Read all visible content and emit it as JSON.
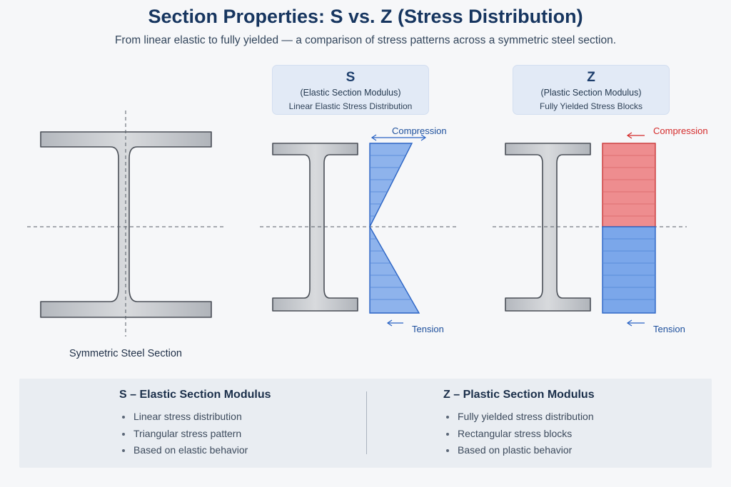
{
  "header": {
    "title": "Section Properties: S vs. Z (Stress Distribution)",
    "subtitle": "From linear elastic to fully yielded — a comparison of stress patterns across a symmetric steel section."
  },
  "cards": {
    "elastic": {
      "symbol": "S",
      "name": "(Elastic Section Modulus)",
      "description": "Linear Elastic Stress Distribution"
    },
    "plastic": {
      "symbol": "Z",
      "name": "(Plastic Section Modulus)",
      "description": "Fully Yielded Stress Blocks"
    }
  },
  "diagram": {
    "section_caption": "Symmetric Steel Section",
    "elastic_compression_label": "Compression",
    "elastic_tension_label": "Tension",
    "plastic_compression_label": "Compression",
    "plastic_tension_label": "Tension"
  },
  "summary": {
    "elastic": {
      "heading": "S – Elastic Section Modulus",
      "items": [
        "Linear stress distribution",
        "Triangular stress pattern",
        "Based on elastic behavior"
      ]
    },
    "plastic": {
      "heading": "Z – Plastic Section Modulus",
      "items": [
        "Fully yielded stress distribution",
        "Rectangular stress blocks",
        "Based on plastic behavior"
      ]
    }
  },
  "colors": {
    "title": "#16355f",
    "steel": "#c2c5ca",
    "tension_blue": "#7ba7ea",
    "compression_red": "#ee8d8f",
    "axis_line": "#555c66",
    "blue_label": "#1d4f9c",
    "red_label": "#d42a2a"
  }
}
